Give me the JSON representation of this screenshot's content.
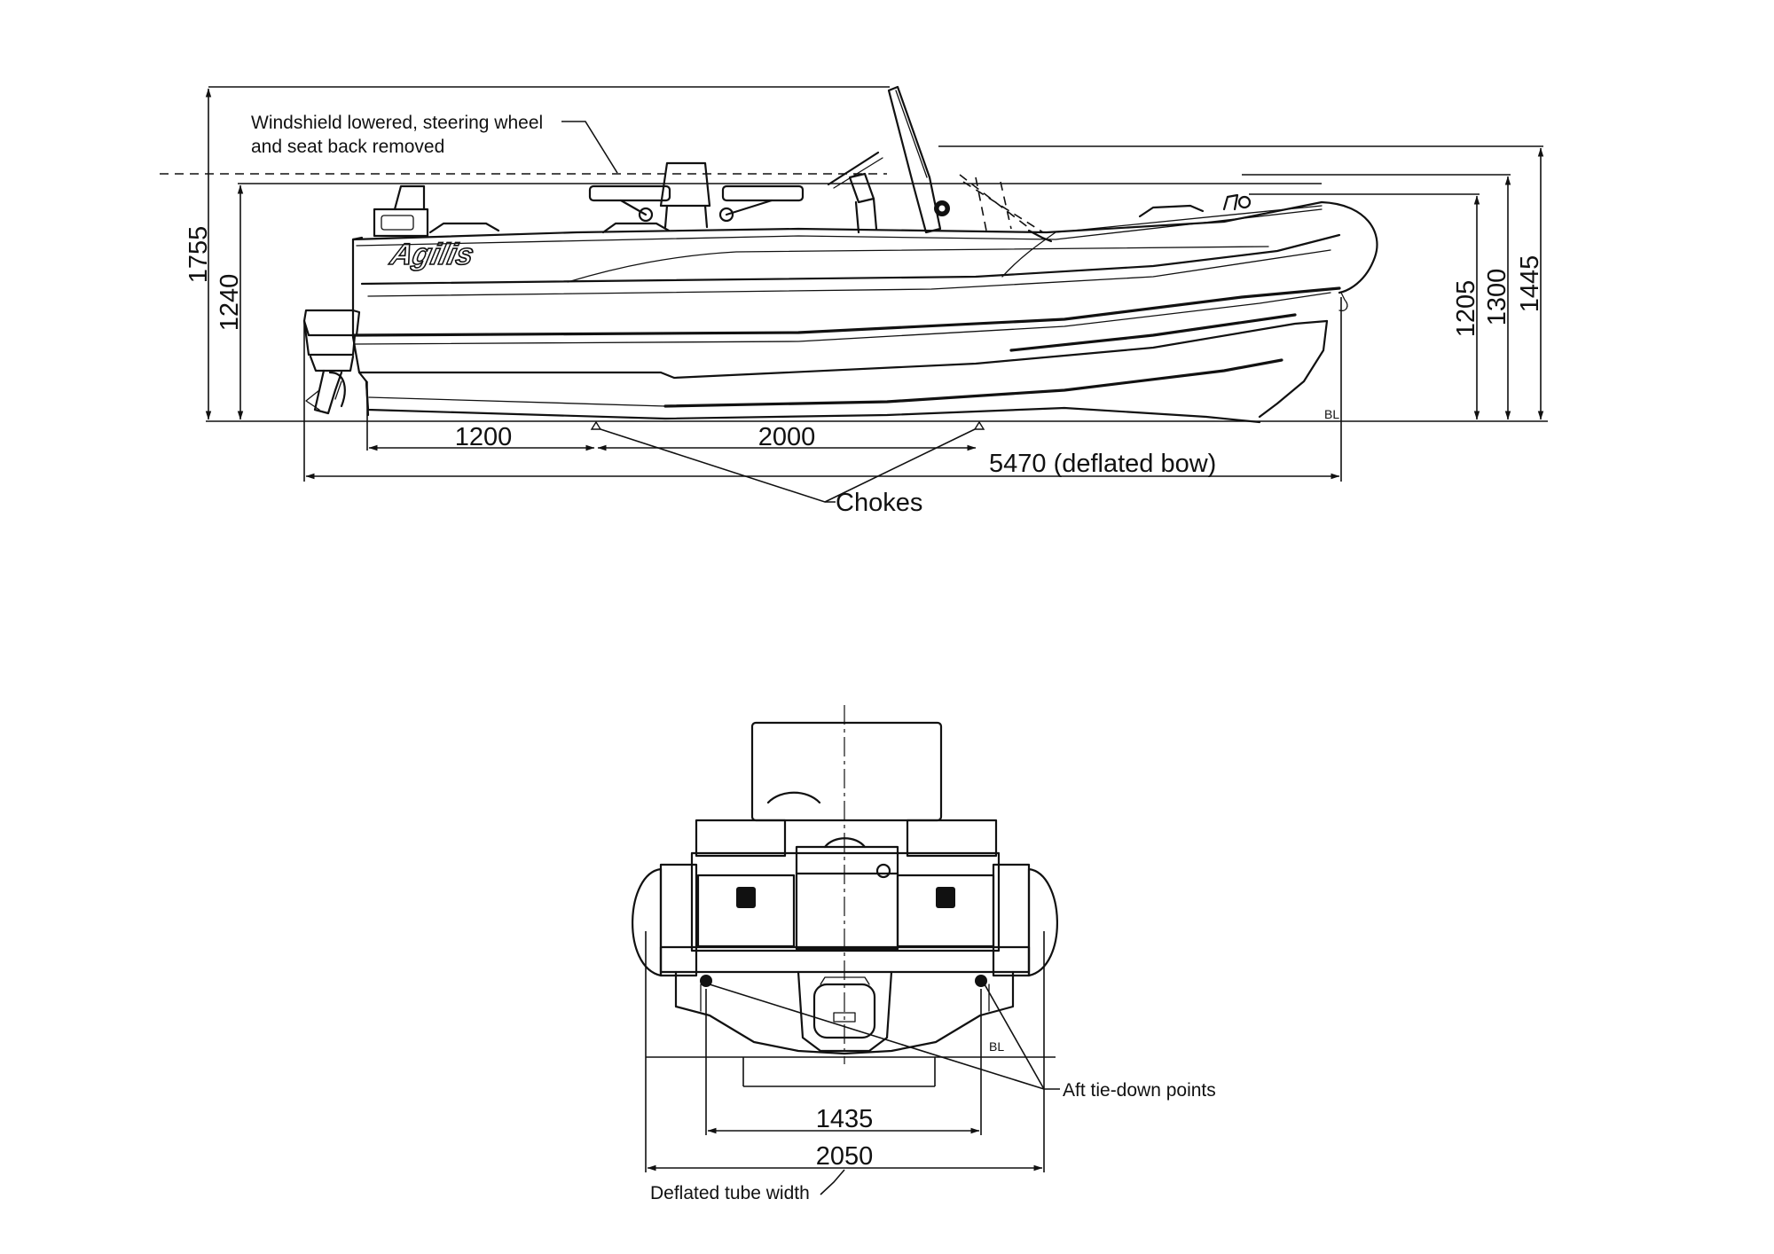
{
  "side_view": {
    "dimensions": {
      "overall_height_lowered": "1755",
      "height_1240": "1240",
      "height_1205": "1205",
      "height_1300": "1300",
      "height_1445": "1445",
      "choke_spacing_aft": "1200",
      "choke_spacing_fwd": "2000",
      "overall_length": "5470 (deflated bow)"
    },
    "notes": {
      "windshield_line1": "Windshield lowered, steering wheel",
      "windshield_line2": "and seat back removed",
      "chokes": "Chokes",
      "baseline": "BL"
    },
    "logo_text": "Agilis"
  },
  "rear_view": {
    "dimensions": {
      "tie_down_spacing": "1435",
      "deflated_width": "2050"
    },
    "notes": {
      "tie_down": "Aft tie-down points",
      "deflated_tube": "Deflated tube width",
      "baseline": "BL"
    }
  },
  "colors": {
    "line": "#111111",
    "background": "#ffffff"
  }
}
